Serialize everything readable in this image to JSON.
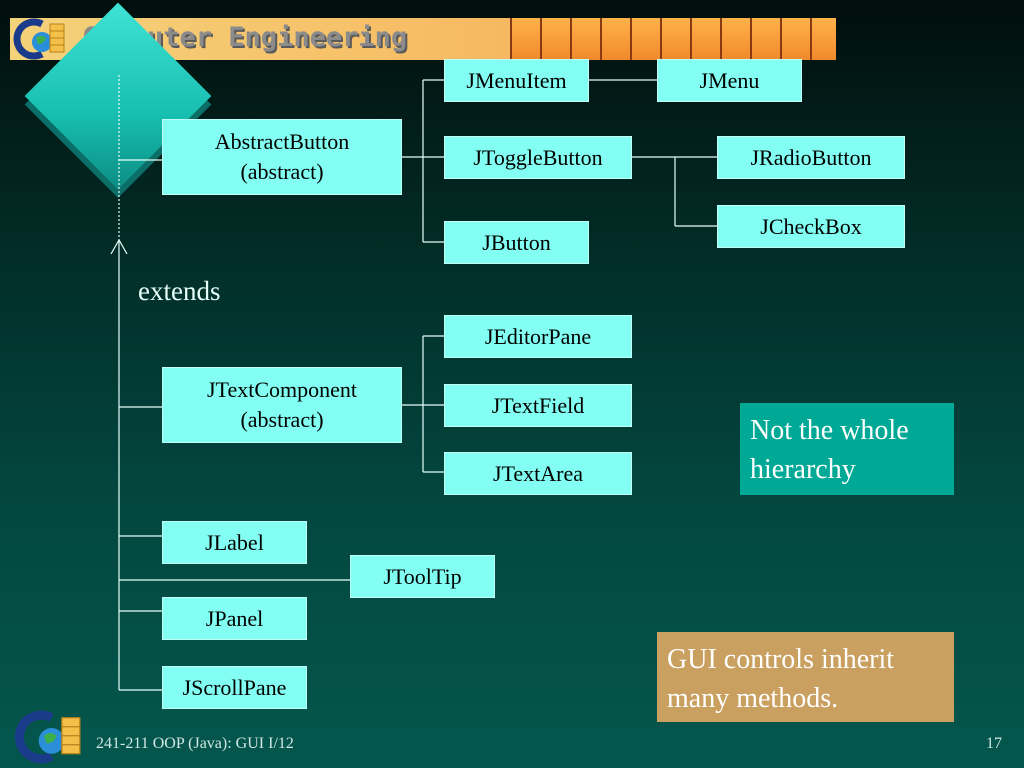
{
  "header": {
    "title": "Computer Engineering"
  },
  "label_extends": "extends",
  "nodes": {
    "abstractbutton": [
      "AbstractButton",
      "(abstract)"
    ],
    "jmenuitem": "JMenuItem",
    "jmenu": "JMenu",
    "jtogglebutton": "JToggleButton",
    "jradiobutton": "JRadioButton",
    "jcheckbox": "JCheckBox",
    "jbutton": "JButton",
    "jtextcomponent": [
      "JTextComponent",
      "(abstract)"
    ],
    "jeditorpane": "JEditorPane",
    "jtextfield": "JTextField",
    "jtextarea": "JTextArea",
    "jlabel": "JLabel",
    "jtooltip": "JToolTip",
    "jpanel": "JPanel",
    "jscrollpane": "JScrollPane"
  },
  "notes": {
    "not_whole": [
      "Not the whole",
      "hierarchy"
    ],
    "gui_controls": [
      "GUI controls inherit",
      "many methods."
    ]
  },
  "colors": {
    "box": "#82fff2",
    "note_teal": "#00a896",
    "note_tan": "#c9a060",
    "header": "#f6c26a"
  },
  "footer": {
    "course": "241-211 OOP (Java): GUI I/12",
    "page": "17"
  }
}
